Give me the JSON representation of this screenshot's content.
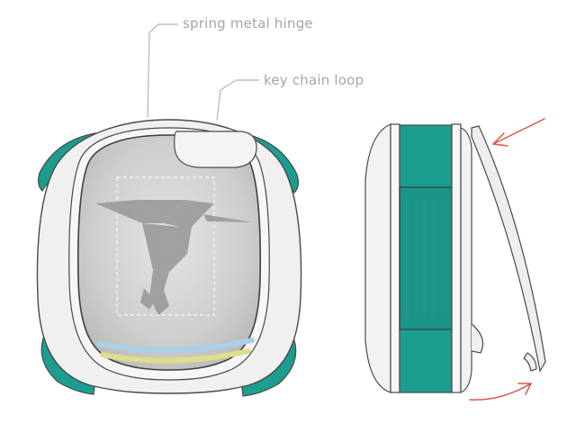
{
  "labels": {
    "hinge": "spring metal hinge",
    "loop": "key chain loop"
  },
  "colors": {
    "teal": "#1b9e90",
    "body": "#f0f0f0",
    "outline": "#4a4a4a",
    "window": "#c8c8c8",
    "bird": "#9a9a9a",
    "blue_band": "#a9d0e6",
    "yellow_band": "#dedd8c",
    "arrow": "#d9544a",
    "leader_line": "#b5b5b5"
  },
  "icons": {
    "front_view": "device-front-view",
    "side_view": "device-side-view",
    "bird": "hummingbird-origami-icon"
  }
}
